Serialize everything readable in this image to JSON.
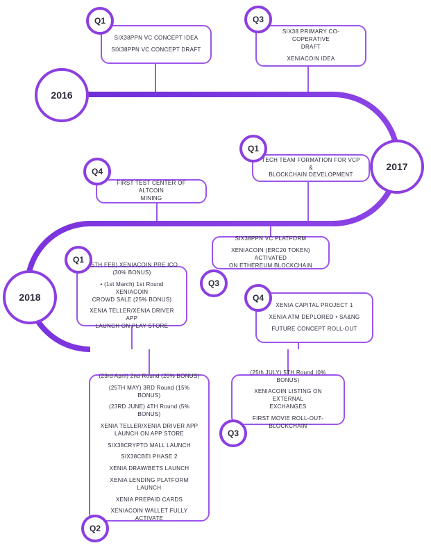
{
  "timeline": {
    "years": {
      "y2016": "2016",
      "y2017": "2017",
      "y2018": "2018"
    },
    "sections": {
      "q1_2016": {
        "badge": "Q1",
        "items": [
          "SIX38PPN VC CONCEPT IDEA",
          "SIX38PPN VC CONCEPT DRAFT"
        ]
      },
      "q3_2016": {
        "badge": "Q3",
        "items": [
          "SIX38 PRIMARY CO-COPERATIVE\nDRAFT",
          "XENIACOIN IDEA"
        ]
      },
      "q1_2017": {
        "badge": "Q1",
        "items": [
          "TECH TEAM FORMATION FOR VCP &\nBLOCKCHAIN DEVELOPMENT"
        ]
      },
      "q4_2017": {
        "badge": "Q4",
        "items": [
          "FIRST TEST CENTER OF ALTCOIN\nMINING"
        ]
      },
      "q3_2017": {
        "badge": "Q3",
        "items": [
          "SIX38PPN VC PLATFORM",
          "XENIACOIN (ERC20 TOKEN) ACTIVATED\nON ETHEREUM BLOCKCHAIN"
        ]
      },
      "q1_2018": {
        "badge": "Q1",
        "items": [
          "(15TH FEB) XENIACOIN PRE ICO\n(30% BONUS)",
          "• (1st March) 1st Round XENIACOIN\nCROWD SALE (25% BONUS)",
          "XENIA TELLER/XENIA DRIVER APP\nLAUNCH ON PLAY STORE"
        ]
      },
      "q4_2018": {
        "badge": "Q4",
        "items": [
          "XENIA CAPITAL PROJECT 1",
          "XENIA ATM DEPLORED • SA&NG",
          "FUTURE CONCEPT ROLL-OUT"
        ]
      },
      "q2_2018": {
        "badge": "Q2",
        "items": [
          "(23rd April) 2nd Round (20% BONUS)",
          "(25TH MAY) 3RD Round (15% BONUS)",
          "(23RD JUNE) 4TH Round (5% BONUS)",
          "XENIA TELLER/XENIA DRIVER APP\nLAUNCH ON APP STORE",
          "SIX38CRYPTO MALL LAUNCH",
          "SIX38CBEI PHASE 2",
          "XENIA DRAW/BETS LAUNCH",
          "XENIA LENDING PLATFORM LAUNCH",
          "XENIA PREPAID CARDS",
          "XENIACOIN WALLET FULLY ACTIVATE"
        ]
      },
      "q3_2018": {
        "badge": "Q3",
        "items": [
          "(25th JULY) 5TH Round (0% BONUS)",
          "XENIACOIN LISTING ON EXTERNAL\nEXCHANGES",
          "FIRST MOVIE ROLL-OUT- BLOCKCHAIN"
        ]
      }
    },
    "colors": {
      "accent": "#8c3fe0",
      "track_start": "#6a2bd6",
      "track_end": "#c99af5"
    }
  }
}
